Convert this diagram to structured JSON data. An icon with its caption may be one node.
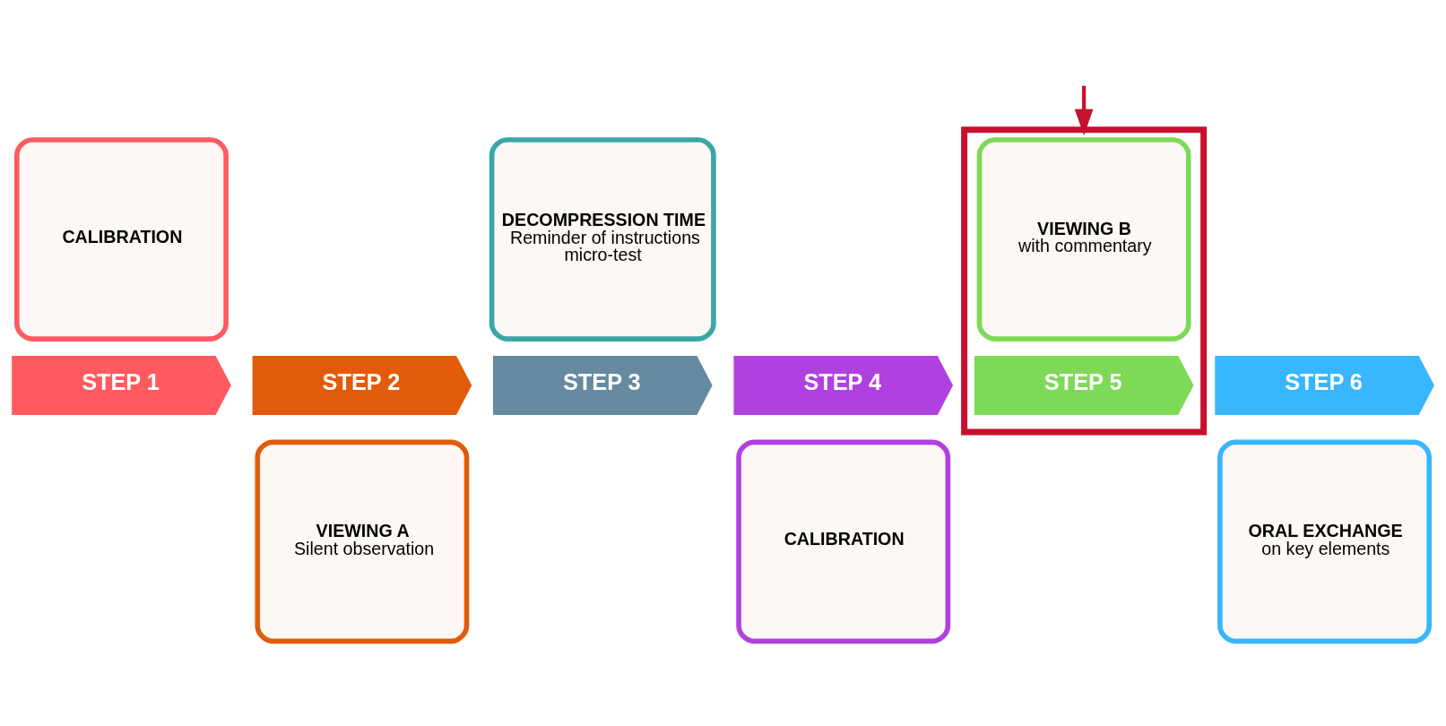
{
  "diagram": {
    "nodes": [
      {
        "text": [
          "CALIBRATION"
        ]
      },
      {
        "text": [
          "STEP 1"
        ]
      },
      {
        "text": [
          "STEP 2"
        ]
      },
      {
        "text": [
          "VIEWING A",
          "Silent observation"
        ]
      },
      {
        "text": [
          "DECOMPRESSION TIME",
          "Reminder of instructions",
          "micro-test"
        ]
      },
      {
        "text": [
          "STEP 3"
        ]
      },
      {
        "text": [
          "STEP 4"
        ]
      },
      {
        "text": [
          "CALIBRATION"
        ]
      },
      {
        "text": [],
        "shape": "box"
      },
      {
        "text": [
          "VIEWING B",
          "with commentary"
        ],
        "in": 8
      },
      {
        "text": [
          "STEP 5"
        ],
        "in": 8
      },
      {
        "text": [
          "STEP 6"
        ]
      },
      {
        "text": [
          "ORAL EXCHANGE",
          "on key elements"
        ]
      }
    ],
    "edges": [
      {
        "from": null,
        "to": 8,
        "arrow": "to",
        "color": "#c8102e"
      }
    ]
  }
}
